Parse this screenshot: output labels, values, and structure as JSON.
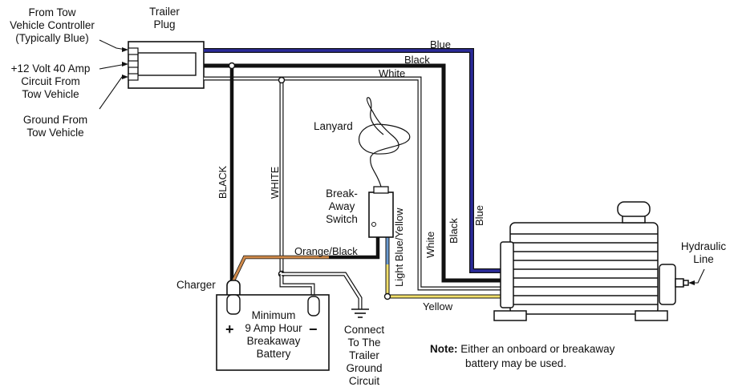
{
  "labels": {
    "from_tow_vehicle_controller": [
      "From Tow",
      "Vehicle Controller",
      "(Typically Blue)"
    ],
    "plus12_circuit": [
      "+12 Volt 40 Amp",
      "Circuit From",
      "Tow Vehicle"
    ],
    "ground_from_tow": [
      "Ground From",
      "Tow Vehicle"
    ],
    "trailer_plug": [
      "Trailer",
      "Plug"
    ],
    "lanyard": "Lanyard",
    "breakaway_switch": [
      "Break-",
      "Away",
      "Switch"
    ],
    "charger": "Charger",
    "battery": [
      "Minimum",
      "9 Amp Hour",
      "Breakaway",
      "Battery"
    ],
    "battery_plus": "+",
    "battery_minus": "−",
    "connect_ground": [
      "Connect",
      "To The",
      "Trailer",
      "Ground",
      "Circuit"
    ],
    "hydraulic_line": [
      "Hydraulic",
      "Line"
    ],
    "note_label": "Note:",
    "note_text": [
      "Either an onboard or breakaway",
      "battery may be used."
    ]
  },
  "wires": {
    "blue": "Blue",
    "black": "Black",
    "white": "White",
    "black_vertical": "BLACK",
    "white_vertical": "WHITE",
    "orange_black": "Orange/Black",
    "light_blue_yellow": "Light Blue/Yellow",
    "white_right": "White",
    "black_right": "Black",
    "blue_right": "Blue",
    "yellow": "Yellow"
  },
  "colors": {
    "blue_wire": "#2a2a9a",
    "black_wire": "#111111",
    "orange_wire": "#d08a4a",
    "yellow_wire": "#f2e06a",
    "light_blue_wire": "#6a9ad0"
  }
}
